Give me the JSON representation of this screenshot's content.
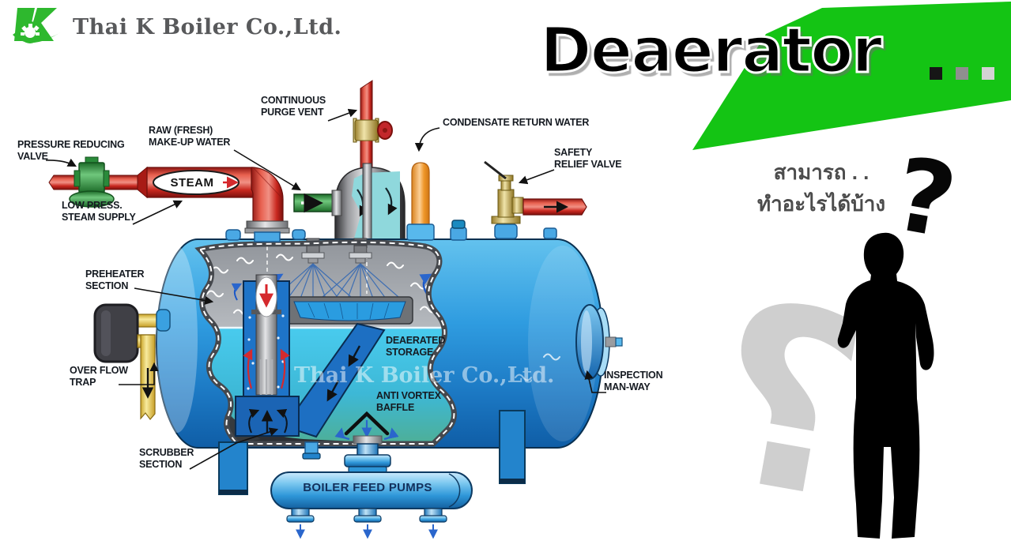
{
  "header": {
    "company": "Thai K Boiler Co.,Ltd."
  },
  "title": {
    "text": "Deaerator",
    "dot_colors": [
      "#161616",
      "#8f8f8f",
      "#d3d3d3"
    ],
    "banner_color": "#14c414"
  },
  "question": {
    "line1": "สามารถ . .",
    "line2": "ทำอะไรได้บ้าง",
    "black_mark": "?",
    "gray_mark": "?"
  },
  "diagram": {
    "watermark": "Thai K Boiler Co.,Ltd.",
    "labels": {
      "pressure_reducing_valve": "PRESSURE REDUCING\nVALVE",
      "low_press_steam_supply": "LOW PRESS.\nSTEAM SUPPLY",
      "raw_fresh_makeup_water": "RAW (FRESH)\nMAKE-UP WATER",
      "continuous_purge_vent": "CONTINUOUS\nPURGE VENT",
      "condensate_return_water": "CONDENSATE RETURN WATER",
      "safety_relief_valve": "SAFETY\nRELIEF VALVE",
      "steam": "STEAM",
      "preheater_section": "PREHEATER\nSECTION",
      "over_flow_trap": "OVER FLOW\nTRAP",
      "deaerated_storage": "DEAERATED\nSTORAGE",
      "anti_vortex_baffle": "ANTI VORTEX\nBAFFLE",
      "inspection_man_way": "INSPECTION\nMAN-WAY",
      "scrubber_section": "SCRUBBER\nSECTION",
      "boiler_feed_pumps": "BOILER FEED PUMPS"
    },
    "colors": {
      "brand_green": "#14c414",
      "label_ink": "#151a21",
      "tank_blue": "#2f9ce0",
      "steam_red": "#d8232a",
      "condensate_orange": "#f79f3e",
      "makeup_green": "#3aa655",
      "overflow_yellow": "#ecd97a"
    }
  }
}
